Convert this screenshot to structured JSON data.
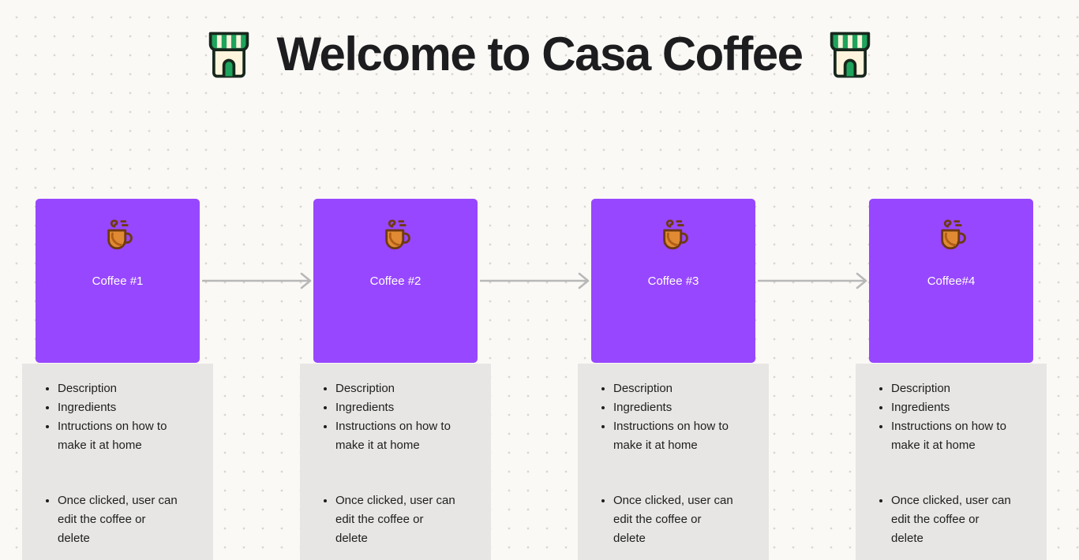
{
  "page": {
    "title": "Welcome to Casa Coffee"
  },
  "colors": {
    "background": "#FBF9F6",
    "dot_grid": "#DAD6CF",
    "title_text": "#1D1D1F",
    "card_background": "#9747FF",
    "card_label_text": "#FFFFFF",
    "arrow": "#B8B8B8",
    "note_background": "#E7E6E4",
    "note_text": "#1E1E1E"
  },
  "icons": {
    "left_title_icon": "store-icon",
    "right_title_icon": "store-icon",
    "card_icon": "coffee-cup-icon"
  },
  "cards": [
    {
      "label": "Coffee #1",
      "bullets_top": [
        "Description",
        "Ingredients",
        "Intructions on how to make it at home"
      ],
      "bullets_bottom": [
        "Once clicked, user can edit the coffee or delete"
      ]
    },
    {
      "label": "Coffee #2",
      "bullets_top": [
        "Description",
        "Ingredients",
        "Instructions on how to make it at home"
      ],
      "bullets_bottom": [
        "Once clicked, user can edit the coffee or delete"
      ]
    },
    {
      "label": "Coffee #3",
      "bullets_top": [
        "Description",
        "Ingredients",
        "Instructions on how to make it at home"
      ],
      "bullets_bottom": [
        "Once clicked, user can edit the coffee or delete"
      ]
    },
    {
      "label": "Coffee#4",
      "bullets_top": [
        "Description",
        "Ingredients",
        "Instructions on how to make it at home"
      ],
      "bullets_bottom": [
        "Once clicked, user can edit the coffee or delete"
      ]
    }
  ]
}
